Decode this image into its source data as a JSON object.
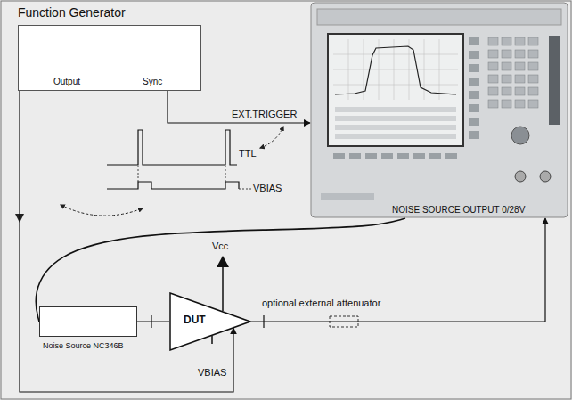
{
  "diagram": {
    "nodes": [
      {
        "text": [
          "Function Generator",
          "Output",
          "Sync"
        ]
      },
      {
        "text": [
          "NOISE SOURCE OUTPUT 0/28V"
        ]
      },
      {
        "text": [
          "Noise Source NC346B"
        ]
      },
      {
        "text": [
          "DUT"
        ]
      }
    ],
    "edges": [
      {
        "from": 0,
        "to": 1,
        "arrow": "to",
        "label": "EXT.TRIGGER"
      },
      {
        "from": 1,
        "to": 2,
        "arrow": "none"
      },
      {
        "from": 2,
        "to": 3,
        "arrow": "none"
      },
      {
        "from": 3,
        "to": 1,
        "arrow": "to"
      },
      {
        "from": 0,
        "to": 3,
        "arrow": "to"
      }
    ],
    "labels": [
      "TTL",
      "VBIAS",
      "Vcc",
      "optional external attenuator",
      "VBIAS"
    ]
  }
}
